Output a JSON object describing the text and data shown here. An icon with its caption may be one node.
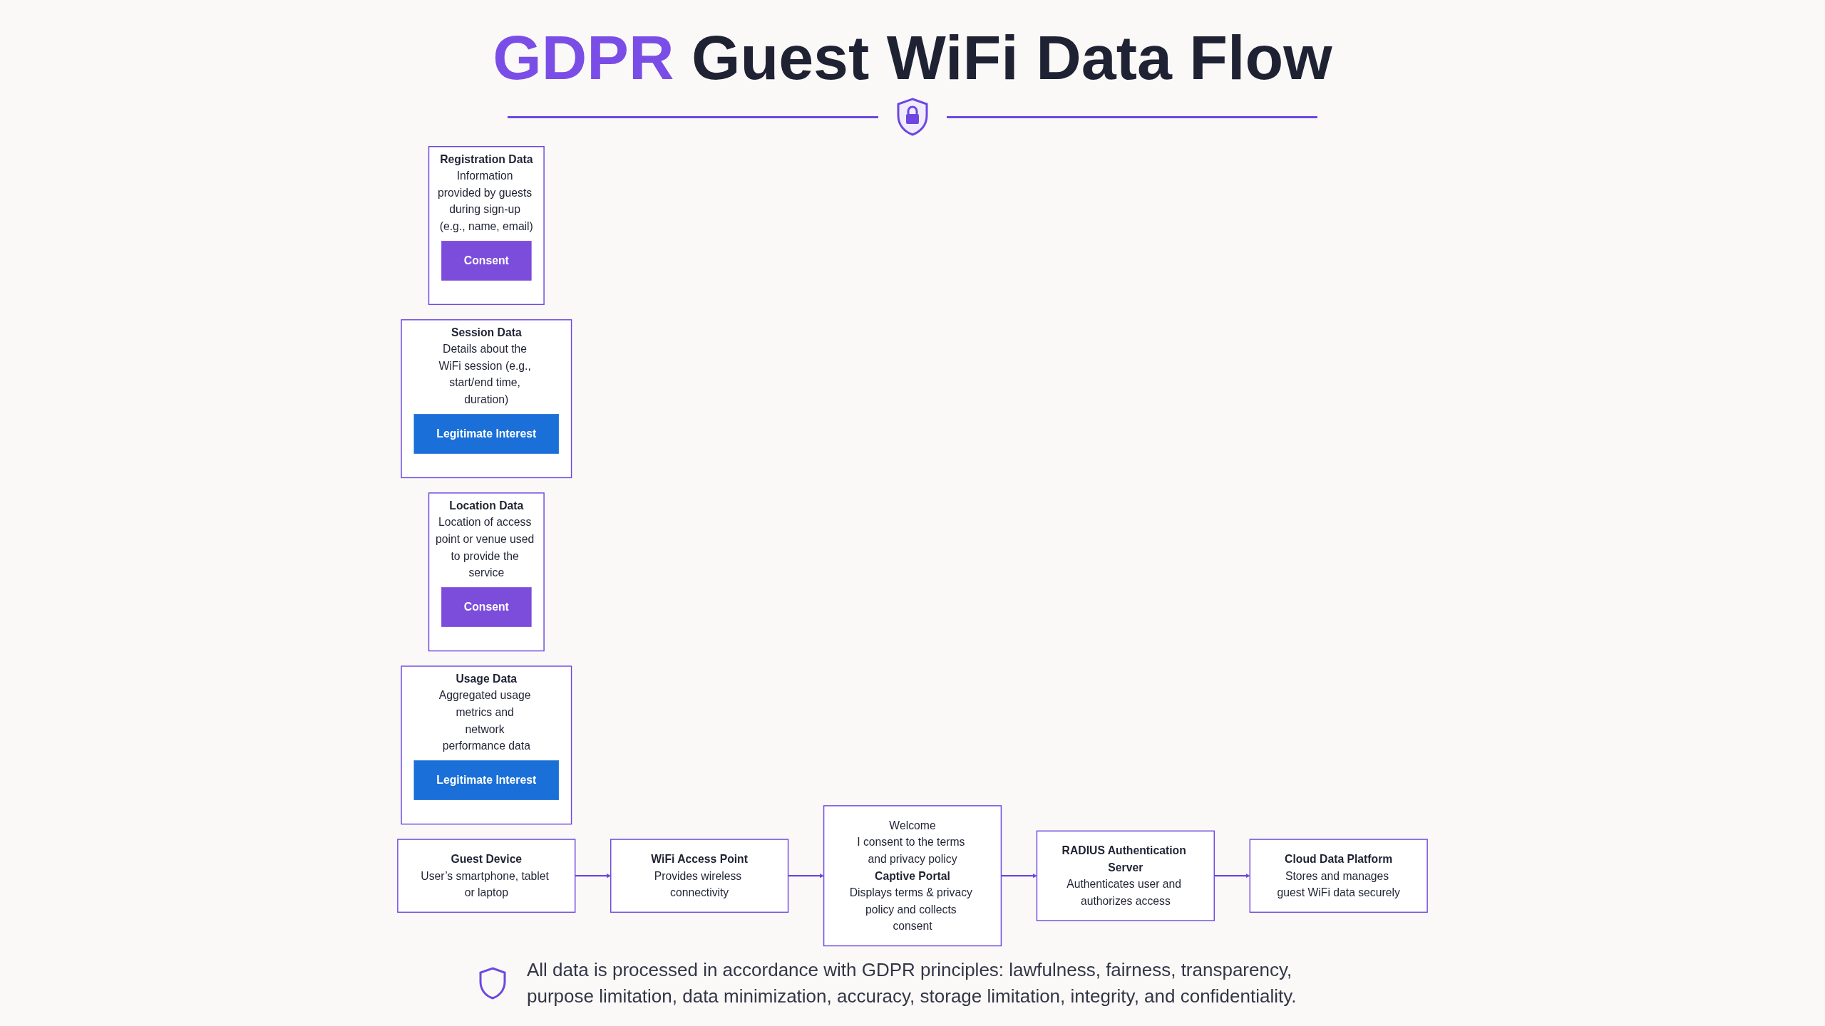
{
  "diagram": {
    "title": "GDPR Guest WiFi Data Flow",
    "caption": "All data is processed in accordance with GDPR principles: lawfulness, fairness, transparency, purpose limitation, data minimization, accuracy, storage limitation, integrity, and confidentiality.",
    "nodes": [
      {
        "text": [
          "Guest Device",
          "User’s smartphone, tablet or laptop"
        ]
      },
      {
        "text": [
          "WiFi Access Point",
          "Provides wireless connectivity"
        ]
      },
      {
        "text": [
          "Welcome",
          "I consent to the terms and privacy policy",
          "Captive Portal",
          "Displays terms & privacy policy and collects consent"
        ]
      },
      {
        "text": [
          "RADIUS Authentication Server",
          "Authenticates user and authorizes access"
        ]
      },
      {
        "text": [
          "Cloud Data Platform",
          "Stores and manages guest WiFi data securely"
        ]
      },
      {
        "text": [
          "Registration Data",
          "Information provided by guests during sign-up (e.g., name, email)"
        ]
      },
      {
        "text": [
          "Consent"
        ],
        "in": 5
      },
      {
        "text": [
          "Session Data",
          "Details about the WiFi session (e.g., start/end time, duration)"
        ]
      },
      {
        "text": [
          "Legitimate Interest"
        ],
        "in": 7
      },
      {
        "text": [
          "Location Data",
          "Location of access point or venue used to provide the service"
        ]
      },
      {
        "text": [
          "Consent"
        ],
        "in": 9
      },
      {
        "text": [
          "Usage Data",
          "Aggregated usage metrics and network performance data"
        ]
      },
      {
        "text": [
          "Legitimate Interest"
        ],
        "in": 11
      }
    ],
    "edges": [
      {
        "from": 0,
        "to": 1,
        "arrow": "to"
      },
      {
        "from": 1,
        "to": 2,
        "arrow": "to"
      },
      {
        "from": 2,
        "to": 3,
        "arrow": "to"
      },
      {
        "from": 3,
        "to": 4,
        "arrow": "to"
      }
    ]
  }
}
